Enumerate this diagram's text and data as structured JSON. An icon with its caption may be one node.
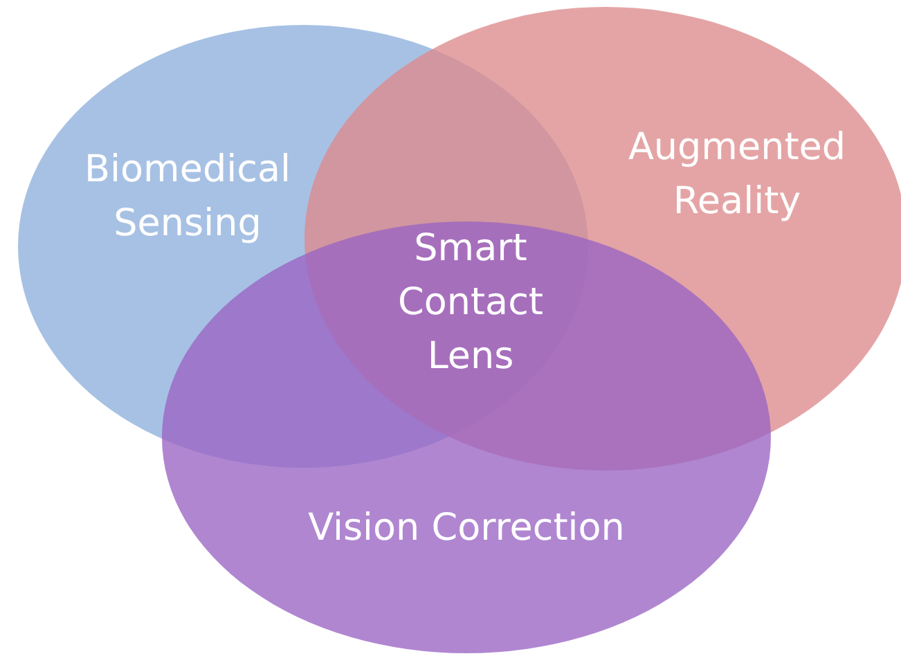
{
  "diagram": {
    "nodes": [
      {
        "text": [
          "Biomedical Sensing"
        ]
      },
      {
        "text": [
          "Augmented Reality"
        ]
      },
      {
        "text": [
          "Vision Correction"
        ]
      }
    ],
    "labels": [
      "Smart Contact Lens"
    ]
  }
}
